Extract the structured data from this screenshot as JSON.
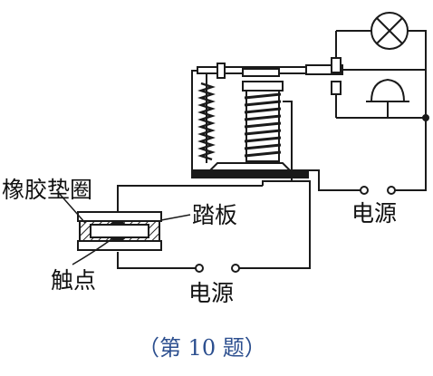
{
  "labels": {
    "gasket": "橡胶垫圈",
    "pedal": "踏板",
    "contact": "触点",
    "power_left": "电源",
    "power_right": "电源"
  },
  "caption": "（第 10 题）",
  "colors": {
    "line": "#1a1a1a",
    "caption": "#2c4f8f"
  }
}
